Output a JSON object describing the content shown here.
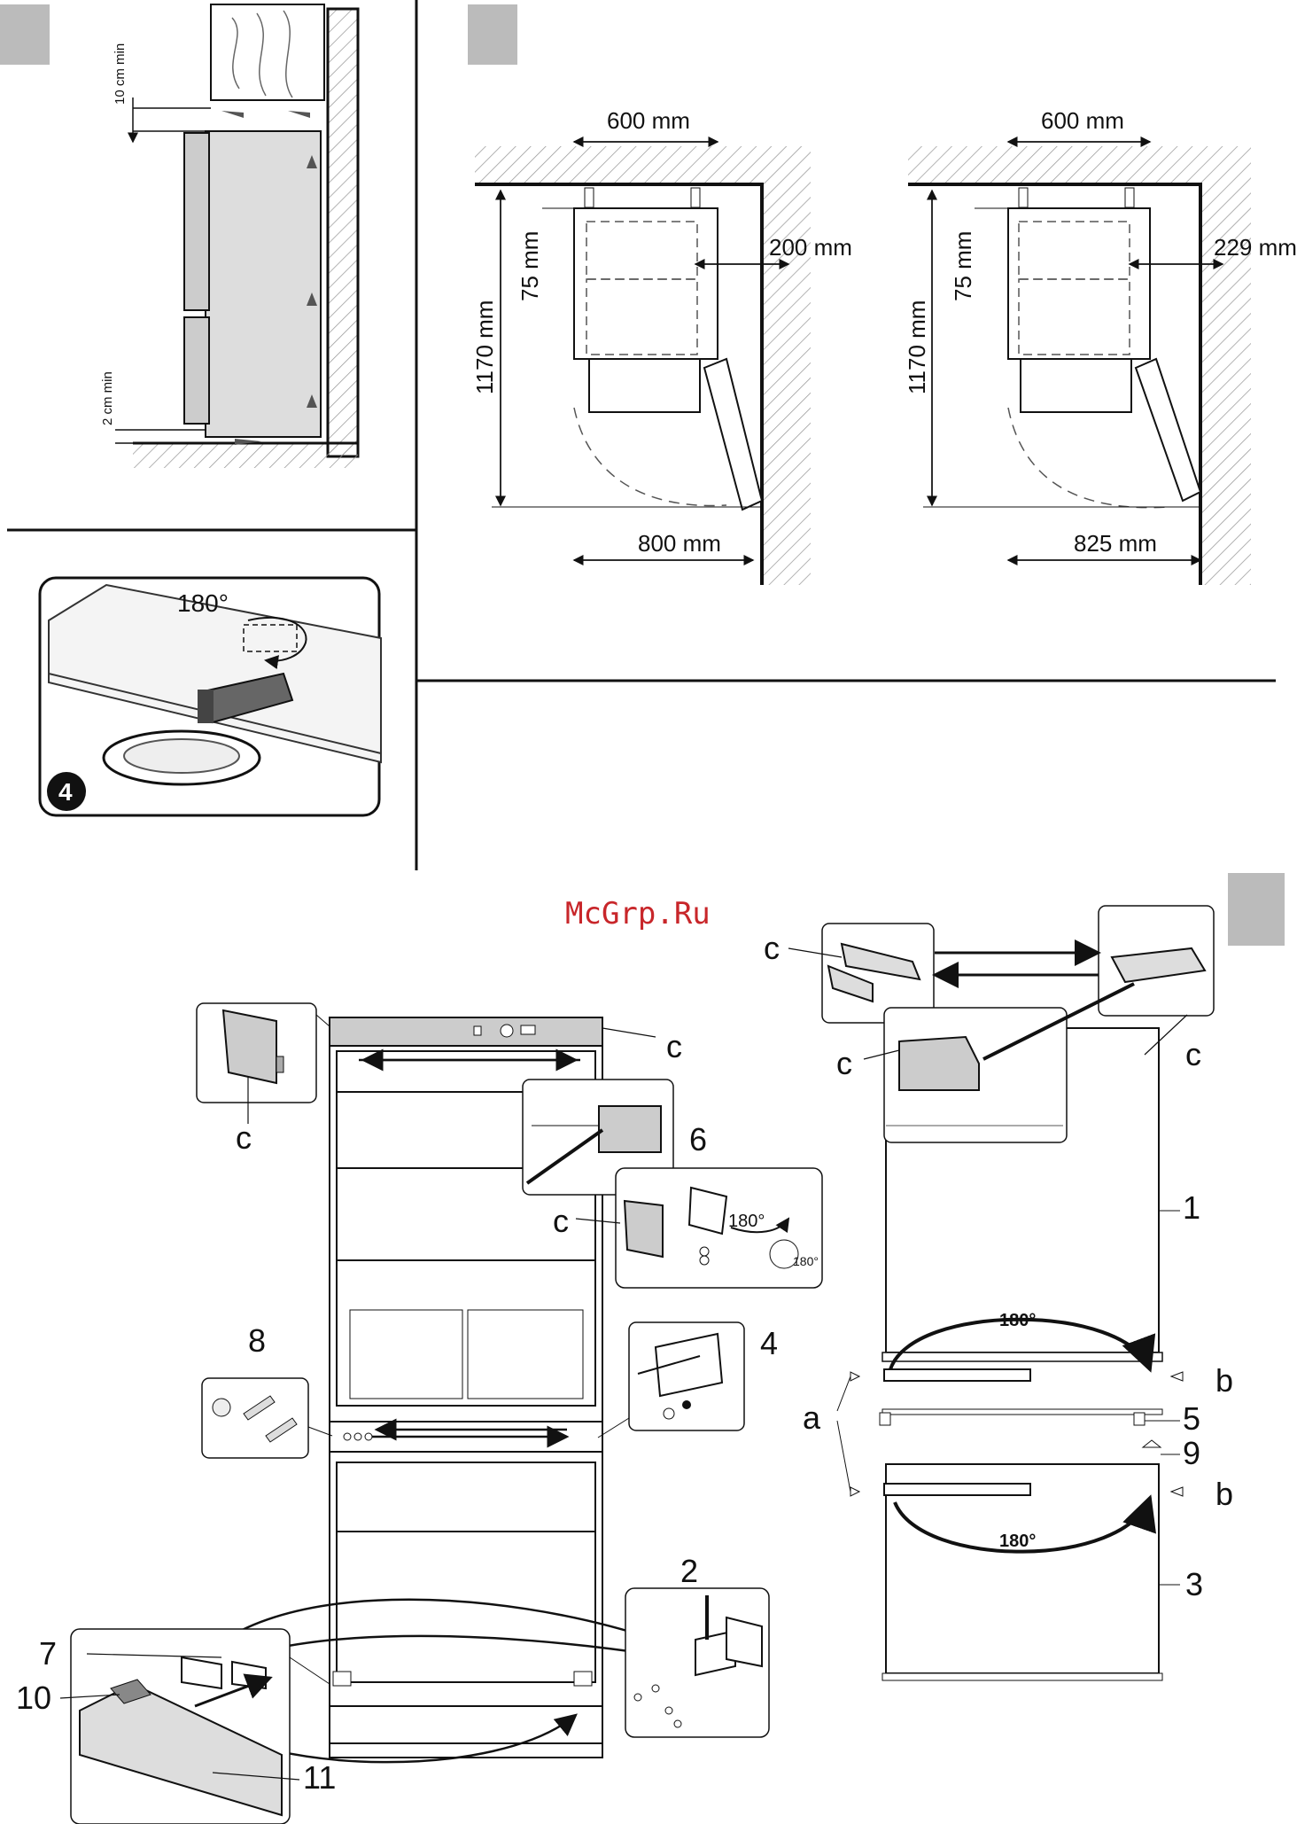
{
  "watermark": "McGrp.Ru",
  "fig_clearance": {
    "top_gap": "10 cm min",
    "bottom_gap": "2 cm min"
  },
  "fig_door_plan": {
    "left": {
      "width": "600 mm",
      "depth": "1170 mm",
      "back_gap": "75 mm",
      "side_gap": "200 mm",
      "swing": "800 mm"
    },
    "right": {
      "width": "600 mm",
      "depth": "1170 mm",
      "back_gap": "75 mm",
      "side_gap": "229 mm",
      "swing": "825 mm"
    }
  },
  "fig_drain": {
    "angle": "180°",
    "step": "4"
  },
  "fig_reversal": {
    "angle_top": "180°",
    "angle_door": "180°",
    "angle_hinge_small": "180°",
    "angle_bottom": "180°",
    "letters": {
      "a": "a",
      "b": "b",
      "c": "c"
    },
    "numbers": {
      "n1": "1",
      "n2": "2",
      "n3": "3",
      "n4": "4",
      "n5": "5",
      "n6": "6",
      "n7": "7",
      "n8": "8",
      "n9": "9",
      "n10": "10",
      "n11": "11"
    }
  }
}
